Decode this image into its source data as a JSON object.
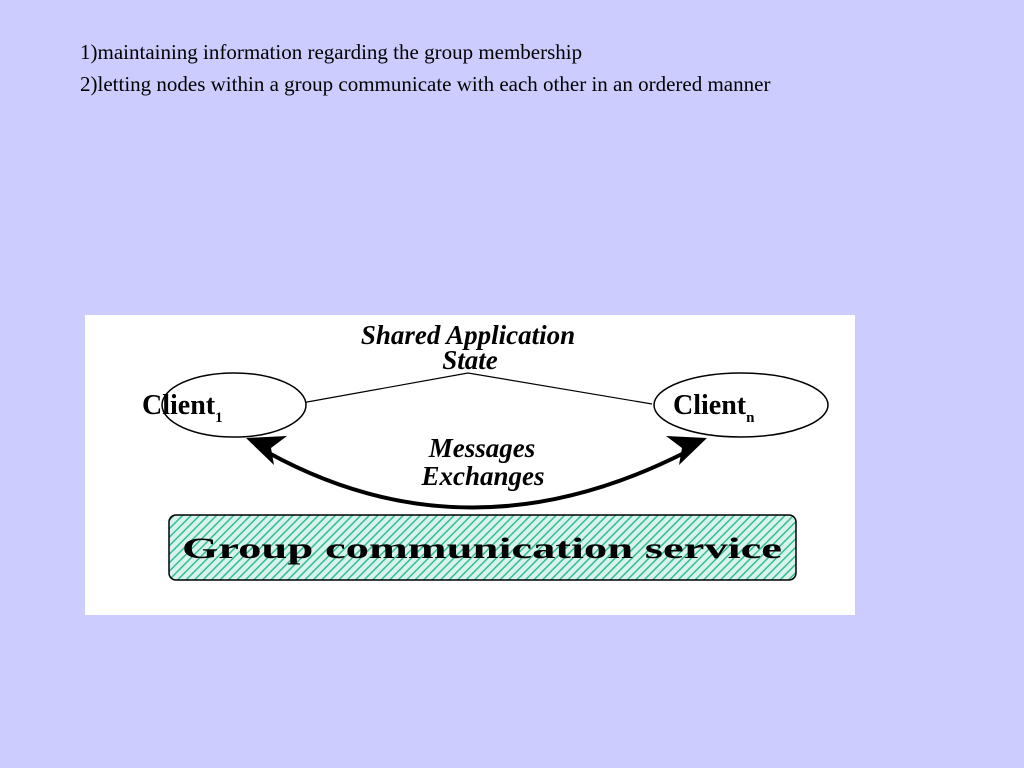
{
  "bullets": [
    "1)maintaining information regarding the group membership",
    "2)letting nodes within a group communicate with each other in an ordered manner"
  ],
  "diagram": {
    "shared_state_line1": "Shared Application",
    "shared_state_line2": "State",
    "client_left": {
      "name": "Client",
      "subscript": "1"
    },
    "client_right": {
      "name": "Client",
      "subscript": "n"
    },
    "messages_line1": "Messages",
    "messages_line2": "Exchanges",
    "service_label": "Group communication service",
    "service_fill": "#33bb99"
  }
}
